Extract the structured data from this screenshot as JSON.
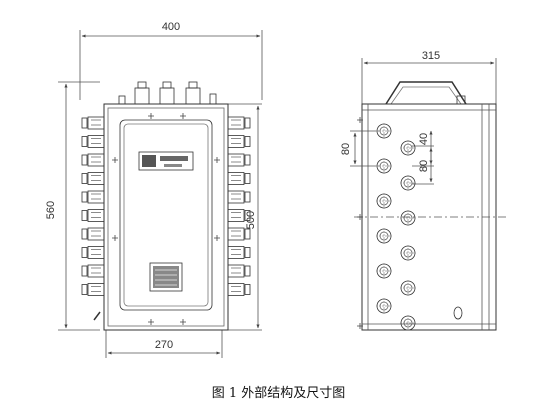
{
  "front_view": {
    "width_label": "400",
    "height_label": "560",
    "inner_height_label": "500",
    "base_width_label": "270",
    "terminal_rows": 10
  },
  "side_view": {
    "depth_label": "315",
    "spacing_left_label": "80",
    "spacing_right_top_label": "40",
    "spacing_right_bottom_label": "80",
    "left_hole_count": 6,
    "right_hole_count": 6
  },
  "caption": "图 1 外部结构及尺寸图"
}
